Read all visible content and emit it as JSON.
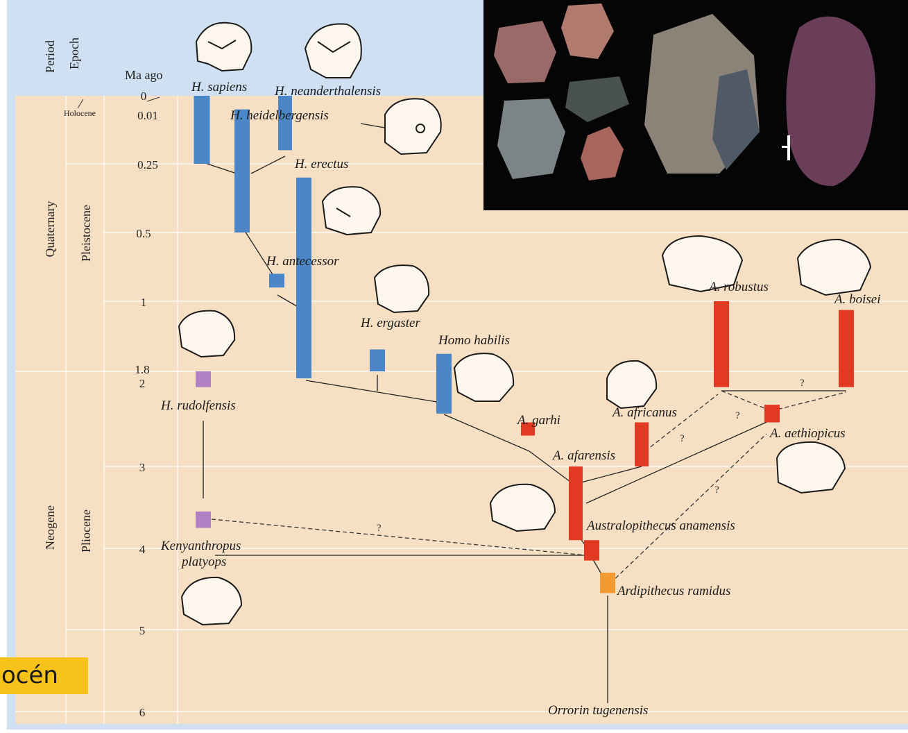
{
  "headers": {
    "period": "Period",
    "epoch": "Epoch",
    "ma": "Ma ago"
  },
  "periods": [
    {
      "key": "quaternary",
      "label": "Quaternary",
      "from": 0,
      "to": 1.8
    },
    {
      "key": "neogene",
      "label": "Neogene",
      "from": 1.8,
      "to": 6
    }
  ],
  "epochs": [
    {
      "key": "holocene",
      "label": "Holocene",
      "from": 0,
      "to": 0.01
    },
    {
      "key": "pleistocene",
      "label": "Pleistocene",
      "from": 0.01,
      "to": 1.8
    },
    {
      "key": "pliocene",
      "label": "Pliocene",
      "from": 1.8,
      "to": 5
    },
    {
      "key": "miocene",
      "label": "",
      "from": 5,
      "to": 6
    }
  ],
  "ticks": [
    "0",
    "0.01",
    "0.25",
    "0.5",
    "1",
    "1.8",
    "2",
    "3",
    "4",
    "5",
    "6"
  ],
  "species": [
    {
      "key": "sapiens",
      "label": "H. sapiens",
      "color": "#4a86c8",
      "from": 0,
      "to": 0.25
    },
    {
      "key": "neanderthalensis",
      "label": "H. neanderthalensis",
      "color": "#4a86c8",
      "from": 0,
      "to": 0.2
    },
    {
      "key": "heidelbergensis",
      "label": "H. heidelbergensis",
      "color": "#4a86c8",
      "from": 0.05,
      "to": 0.5
    },
    {
      "key": "erectus",
      "label": "H. erectus",
      "color": "#4a86c8",
      "from": 0.3,
      "to": 2
    },
    {
      "key": "antecessor",
      "label": "H. antecessor",
      "color": "#4a86c8",
      "from": 0.8,
      "to": 0.9
    },
    {
      "key": "ergaster",
      "label": "H. ergaster",
      "color": "#4a86c8",
      "from": 1.55,
      "to": 1.8
    },
    {
      "key": "habilis",
      "label": "Homo habilis",
      "color": "#4a86c8",
      "from": 1.6,
      "to": 2.4
    },
    {
      "key": "rudolfensis",
      "label": "H. rudolfensis",
      "color": "#b07fc4",
      "from": 1.8,
      "to": 2.1
    },
    {
      "key": "platyops",
      "label": "Kenyanthropus platyops",
      "color": "#b07fc4",
      "from": 3.55,
      "to": 3.75
    },
    {
      "key": "robustus",
      "label": "A. robustus",
      "color": "#e23a22",
      "from": 1,
      "to": 2.1
    },
    {
      "key": "boisei",
      "label": "A. boisei",
      "color": "#e23a22",
      "from": 1.1,
      "to": 2.1
    },
    {
      "key": "garhi",
      "label": "A. garhi",
      "color": "#e23a22",
      "from": 2.5,
      "to": 2.65
    },
    {
      "key": "aethiopicus",
      "label": "A. aethiopicus",
      "color": "#e23a22",
      "from": 2.3,
      "to": 2.5
    },
    {
      "key": "africanus",
      "label": "A. africanus",
      "color": "#e23a22",
      "from": 2.5,
      "to": 3
    },
    {
      "key": "afarensis",
      "label": "A. afarensis",
      "color": "#e23a22",
      "from": 3,
      "to": 3.9
    },
    {
      "key": "anamensis",
      "label": "Australopithecus anamensis",
      "color": "#e23a22",
      "from": 3.9,
      "to": 4.15
    },
    {
      "key": "ramidus",
      "label": "Ardipithecus ramidus",
      "color": "#f39a32",
      "from": 4.3,
      "to": 4.55
    },
    {
      "key": "tugenensis",
      "label": "Orrorin tugenensis",
      "color": "",
      "from": 6,
      "to": 6
    }
  ],
  "unknown_marks": [
    "?",
    "?",
    "?",
    "?",
    "?",
    "?"
  ],
  "badge": {
    "text": "océn"
  },
  "colors": {
    "frame_blue": "#cfe0f2",
    "chart_bg": "#f6dfc2",
    "homo": "#4a86c8",
    "australopith": "#e23a22",
    "kenyanthropus": "#b07fc4",
    "ardipithecus": "#f39a32",
    "badge": "#f7c21a"
  }
}
